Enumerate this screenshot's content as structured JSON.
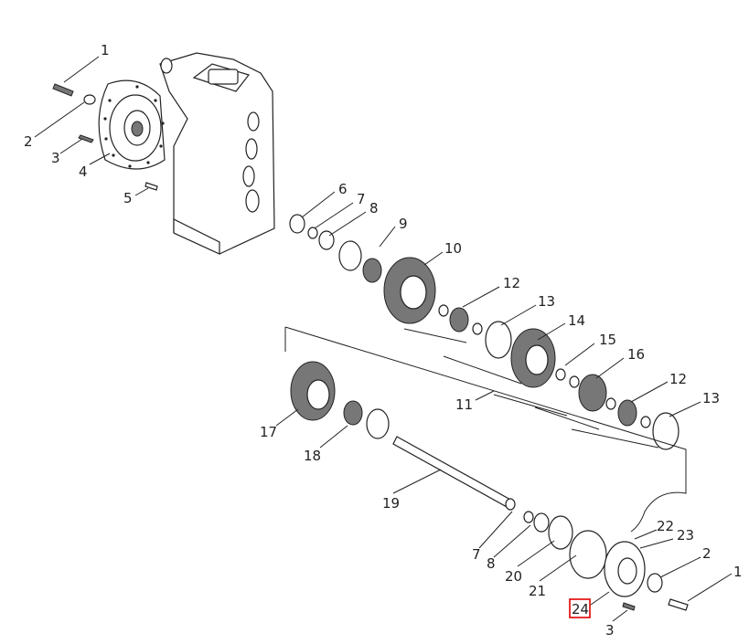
{
  "callouts": [
    {
      "id": "c1-top",
      "text": "1"
    },
    {
      "id": "c2-top",
      "text": "2"
    },
    {
      "id": "c3-top",
      "text": "3"
    },
    {
      "id": "c4",
      "text": "4"
    },
    {
      "id": "c5",
      "text": "5"
    },
    {
      "id": "c6",
      "text": "6"
    },
    {
      "id": "c7-top",
      "text": "7"
    },
    {
      "id": "c8-top",
      "text": "8"
    },
    {
      "id": "c9",
      "text": "9"
    },
    {
      "id": "c10",
      "text": "10"
    },
    {
      "id": "c12-top",
      "text": "12"
    },
    {
      "id": "c13-top",
      "text": "13"
    },
    {
      "id": "c14",
      "text": "14"
    },
    {
      "id": "c15",
      "text": "15"
    },
    {
      "id": "c16",
      "text": "16"
    },
    {
      "id": "c12-bot",
      "text": "12"
    },
    {
      "id": "c13-bot",
      "text": "13"
    },
    {
      "id": "c11",
      "text": "11"
    },
    {
      "id": "c17",
      "text": "17"
    },
    {
      "id": "c18",
      "text": "18"
    },
    {
      "id": "c19",
      "text": "19"
    },
    {
      "id": "c7-bot",
      "text": "7"
    },
    {
      "id": "c8-bot",
      "text": "8"
    },
    {
      "id": "c20",
      "text": "20"
    },
    {
      "id": "c21",
      "text": "21"
    },
    {
      "id": "c22",
      "text": "22"
    },
    {
      "id": "c23",
      "text": "23"
    },
    {
      "id": "c2-bot",
      "text": "2"
    },
    {
      "id": "c1-bot",
      "text": "1"
    },
    {
      "id": "c24",
      "text": "24",
      "highlighted": true,
      "highlight_color": "#e00000"
    },
    {
      "id": "c3-bot",
      "text": "3"
    }
  ]
}
